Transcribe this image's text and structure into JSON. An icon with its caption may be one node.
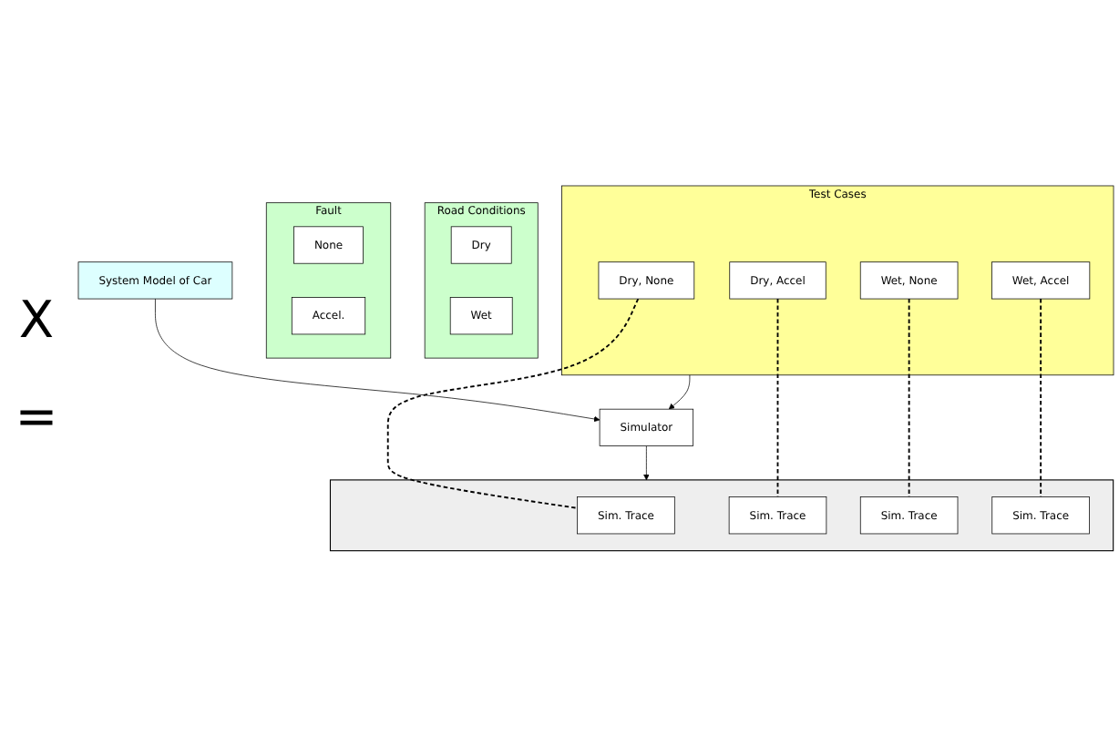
{
  "diagram": {
    "nodes": [
      {
        "text": [
          "Road Conditions"
        ]
      },
      {
        "text": [
          "Dry"
        ],
        "in": 0
      },
      {
        "text": [
          "Wet"
        ],
        "in": 0
      },
      {
        "text": [
          "Fault"
        ]
      },
      {
        "text": [
          "None"
        ],
        "in": 3
      },
      {
        "text": [
          "Accel."
        ],
        "in": 3
      },
      {
        "text": [
          "Test Cases"
        ]
      },
      {
        "text": [
          "Dry, None"
        ],
        "in": 6
      },
      {
        "text": [
          "Dry, Accel"
        ],
        "in": 6
      },
      {
        "text": [
          "Wet, None"
        ],
        "in": 6
      },
      {
        "text": [
          "Wet, Accel"
        ],
        "in": 6
      },
      {
        "text": [
          "System Model of Car"
        ]
      },
      {
        "text": [
          "Simulator"
        ]
      },
      {
        "text": [],
        "shape": "box"
      },
      {
        "text": [
          "Sim. Trace"
        ],
        "in": 13
      },
      {
        "text": [
          "Sim. Trace"
        ],
        "in": 13
      },
      {
        "text": [
          "Sim. Trace"
        ],
        "in": 13
      },
      {
        "text": [
          "Sim. Trace"
        ],
        "in": 13
      }
    ],
    "edges": [
      {
        "from": 11,
        "to": 12,
        "arrow": "to"
      },
      {
        "from": 6,
        "to": 12,
        "arrow": "to"
      },
      {
        "from": 12,
        "to": 13,
        "arrow": "to"
      },
      {
        "from": 7,
        "to": 14,
        "arrow": "none",
        "style": "dashed"
      },
      {
        "from": 8,
        "to": 15,
        "arrow": "none",
        "style": "dashed"
      },
      {
        "from": 9,
        "to": 16,
        "arrow": "none",
        "style": "dashed"
      },
      {
        "from": 10,
        "to": 17,
        "arrow": "none",
        "style": "dashed"
      }
    ],
    "labels": [
      "X",
      "="
    ]
  }
}
